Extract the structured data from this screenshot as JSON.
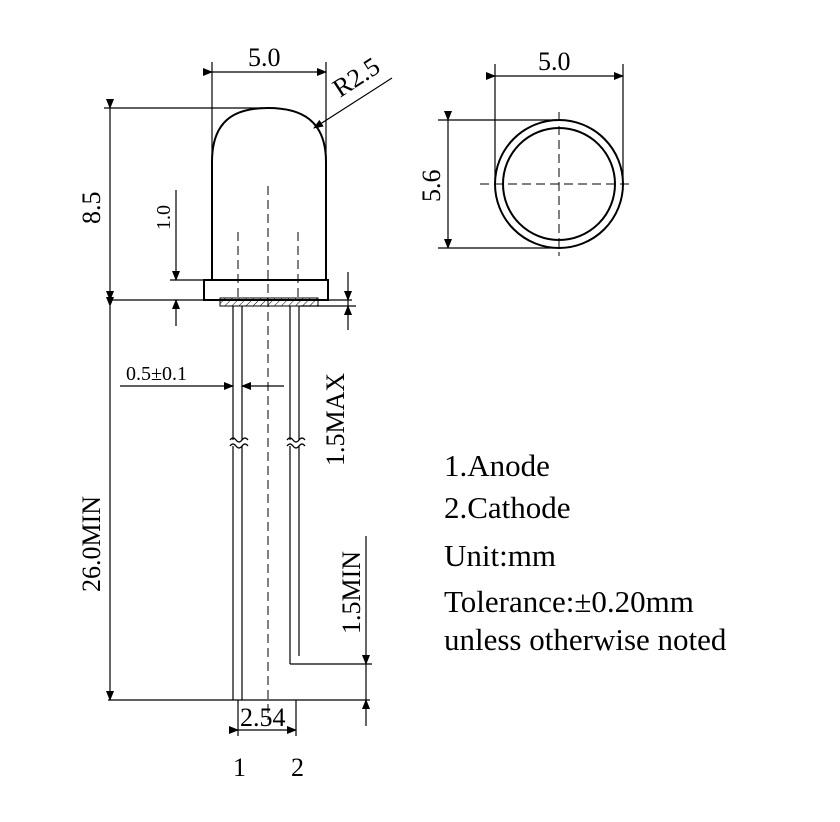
{
  "dimensions": {
    "body_width": "5.0",
    "dome_radius": "R2.5",
    "total_height": "8.5",
    "flange_height": "1.0",
    "lead_width": "0.5±0.1",
    "standoff_max": "1.5MAX",
    "lead_length": "26.0MIN",
    "lead_bend_min": "1.5MIN",
    "lead_pitch": "2.54",
    "top_view_width": "5.0",
    "top_view_flange": "5.6"
  },
  "pins": {
    "pin1": "1",
    "pin2": "2"
  },
  "notes": {
    "line1": "1.Anode",
    "line2": "2.Cathode",
    "line3": "Unit:mm",
    "line4": "Tolerance:±0.20mm",
    "line5": "unless otherwise noted"
  }
}
